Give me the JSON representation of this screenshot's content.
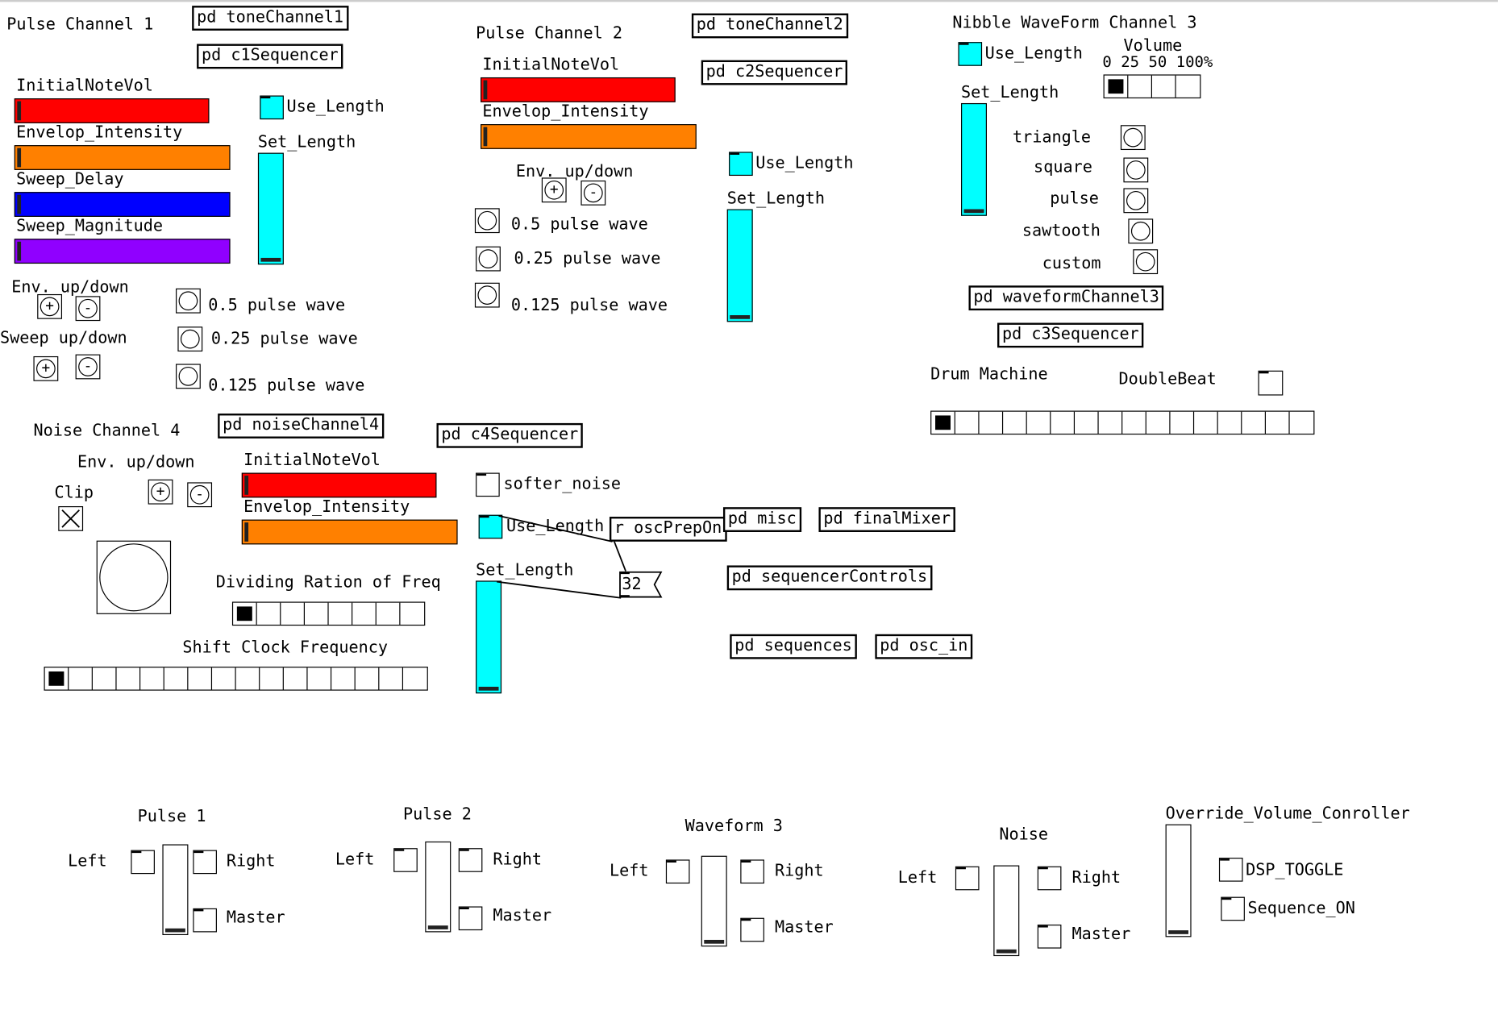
{
  "colors": {
    "red": "#ff0000",
    "orange": "#ff8000",
    "blue": "#0000ff",
    "purple": "#9000ff",
    "cyan": "#00ffff",
    "white": "#ffffff"
  },
  "pulse1": {
    "title": "Pulse Channel 1",
    "tone_obj": "pd toneChannel1",
    "seq_obj": "pd c1Sequencer",
    "initial_note_vol": "InitialNoteVol",
    "envelope_intensity": "Envelop_Intensity",
    "sweep_delay": "Sweep_Delay",
    "sweep_magnitude": "Sweep_Magnitude",
    "use_length": "Use_Length",
    "set_length": "Set_Length",
    "env_updown": "Env. up/down",
    "sweep_updown": "Sweep up/down",
    "plus": "+",
    "minus": "-",
    "wave_05": "0.5 pulse wave",
    "wave_025": "0.25 pulse wave",
    "wave_0125": "0.125 pulse wave"
  },
  "pulse2": {
    "title": "Pulse Channel 2",
    "tone_obj": "pd toneChannel2",
    "seq_obj": "pd c2Sequencer",
    "initial_note_vol": "InitialNoteVol",
    "envelope_intensity": "Envelop_Intensity",
    "env_updown": "Env. up/down",
    "use_length": "Use_Length",
    "set_length": "Set_Length",
    "plus": "+",
    "minus": "-",
    "wave_05": "0.5 pulse wave",
    "wave_025": "0.25 pulse wave",
    "wave_0125": "0.125 pulse wave"
  },
  "nibble3": {
    "title": "Nibble WaveForm Channel 3",
    "use_length": "Use_Length",
    "volume": "Volume",
    "volume_scale": "0 25 50 100%",
    "set_length": "Set_Length",
    "triangle": "triangle",
    "square": "square",
    "pulse": "pulse",
    "sawtooth": "sawtooth",
    "custom": "custom",
    "waveform_obj": "pd waveformChannel3",
    "seq_obj": "pd c3Sequencer"
  },
  "drum": {
    "title": "Drum Machine",
    "double_beat": "DoubleBeat",
    "steps": 16,
    "selected": 0
  },
  "noise4": {
    "title": "Noise Channel 4",
    "noise_obj": "pd noiseChannel4",
    "seq_obj": "pd c4Sequencer",
    "env_updown": "Env. up/down",
    "clip": "Clip",
    "plus": "+",
    "minus": "-",
    "initial_note_vol": "InitialNoteVol",
    "envelope_intensity": "Envelop_Intensity",
    "dividing": "Dividing Ration of Freq",
    "shift_clock": "Shift Clock Frequency",
    "softer_noise": "softer_noise",
    "use_length": "Use_Length",
    "set_length": "Set_Length"
  },
  "misc": {
    "osc_prep": "r oscPrepOn",
    "number_value": "32",
    "pd_misc": "pd misc",
    "pd_final_mixer": "pd finalMixer",
    "pd_seq_controls": "pd sequencerControls",
    "pd_sequences": "pd sequences",
    "pd_osc_in": "pd osc_in"
  },
  "mixer": {
    "left": "Left",
    "right": "Right",
    "master": "Master",
    "channels": [
      "Pulse 1",
      "Pulse 2",
      "Waveform 3",
      "Noise"
    ],
    "override": "Override_Volume_Conroller",
    "dsp_toggle": "DSP_TOGGLE",
    "sequence_on": "Sequence_ON"
  }
}
